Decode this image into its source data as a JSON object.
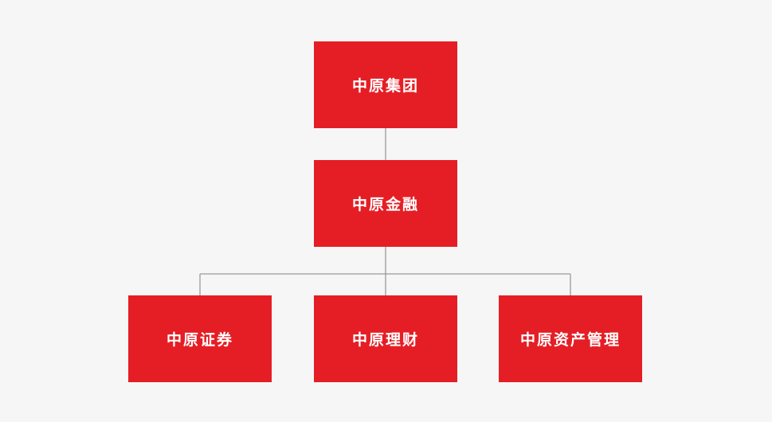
{
  "org_chart": {
    "root": {
      "label": "中原集团"
    },
    "middle": {
      "label": "中原金融"
    },
    "children": [
      {
        "label": "中原证券"
      },
      {
        "label": "中原理财"
      },
      {
        "label": "中原资产管理"
      }
    ]
  },
  "colors": {
    "background": "#f6f6f6",
    "node_fill": "#e51e25",
    "node_text": "#ffffff",
    "connector": "#999999"
  }
}
